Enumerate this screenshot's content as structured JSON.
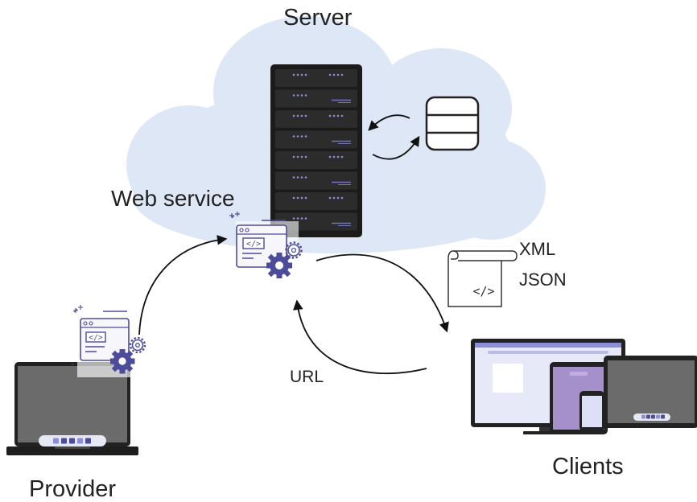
{
  "labels": {
    "server": "Server",
    "web_service": "Web service",
    "xml": "XML",
    "json": "JSON",
    "url": "URL",
    "clients": "Clients",
    "provider": "Provider"
  },
  "code_glyph": "</>",
  "colors": {
    "cloud": "#dde7f5",
    "server_rack": "#1b1b1b",
    "server_unit": "#2c2c2c",
    "rack_leds": "#8a8fd8",
    "gear": "#4c4c9a",
    "accent_purple": "#a590cc",
    "screen_light": "#e7e9f8",
    "device_dark": "#222222",
    "arrow": "#111111"
  },
  "icons": [
    "cloud-icon",
    "server-rack-icon",
    "database-icon",
    "web-service-icon",
    "document-scroll-icon",
    "laptop-icon",
    "monitor-icon",
    "tablet-icon",
    "phone-icon"
  ]
}
